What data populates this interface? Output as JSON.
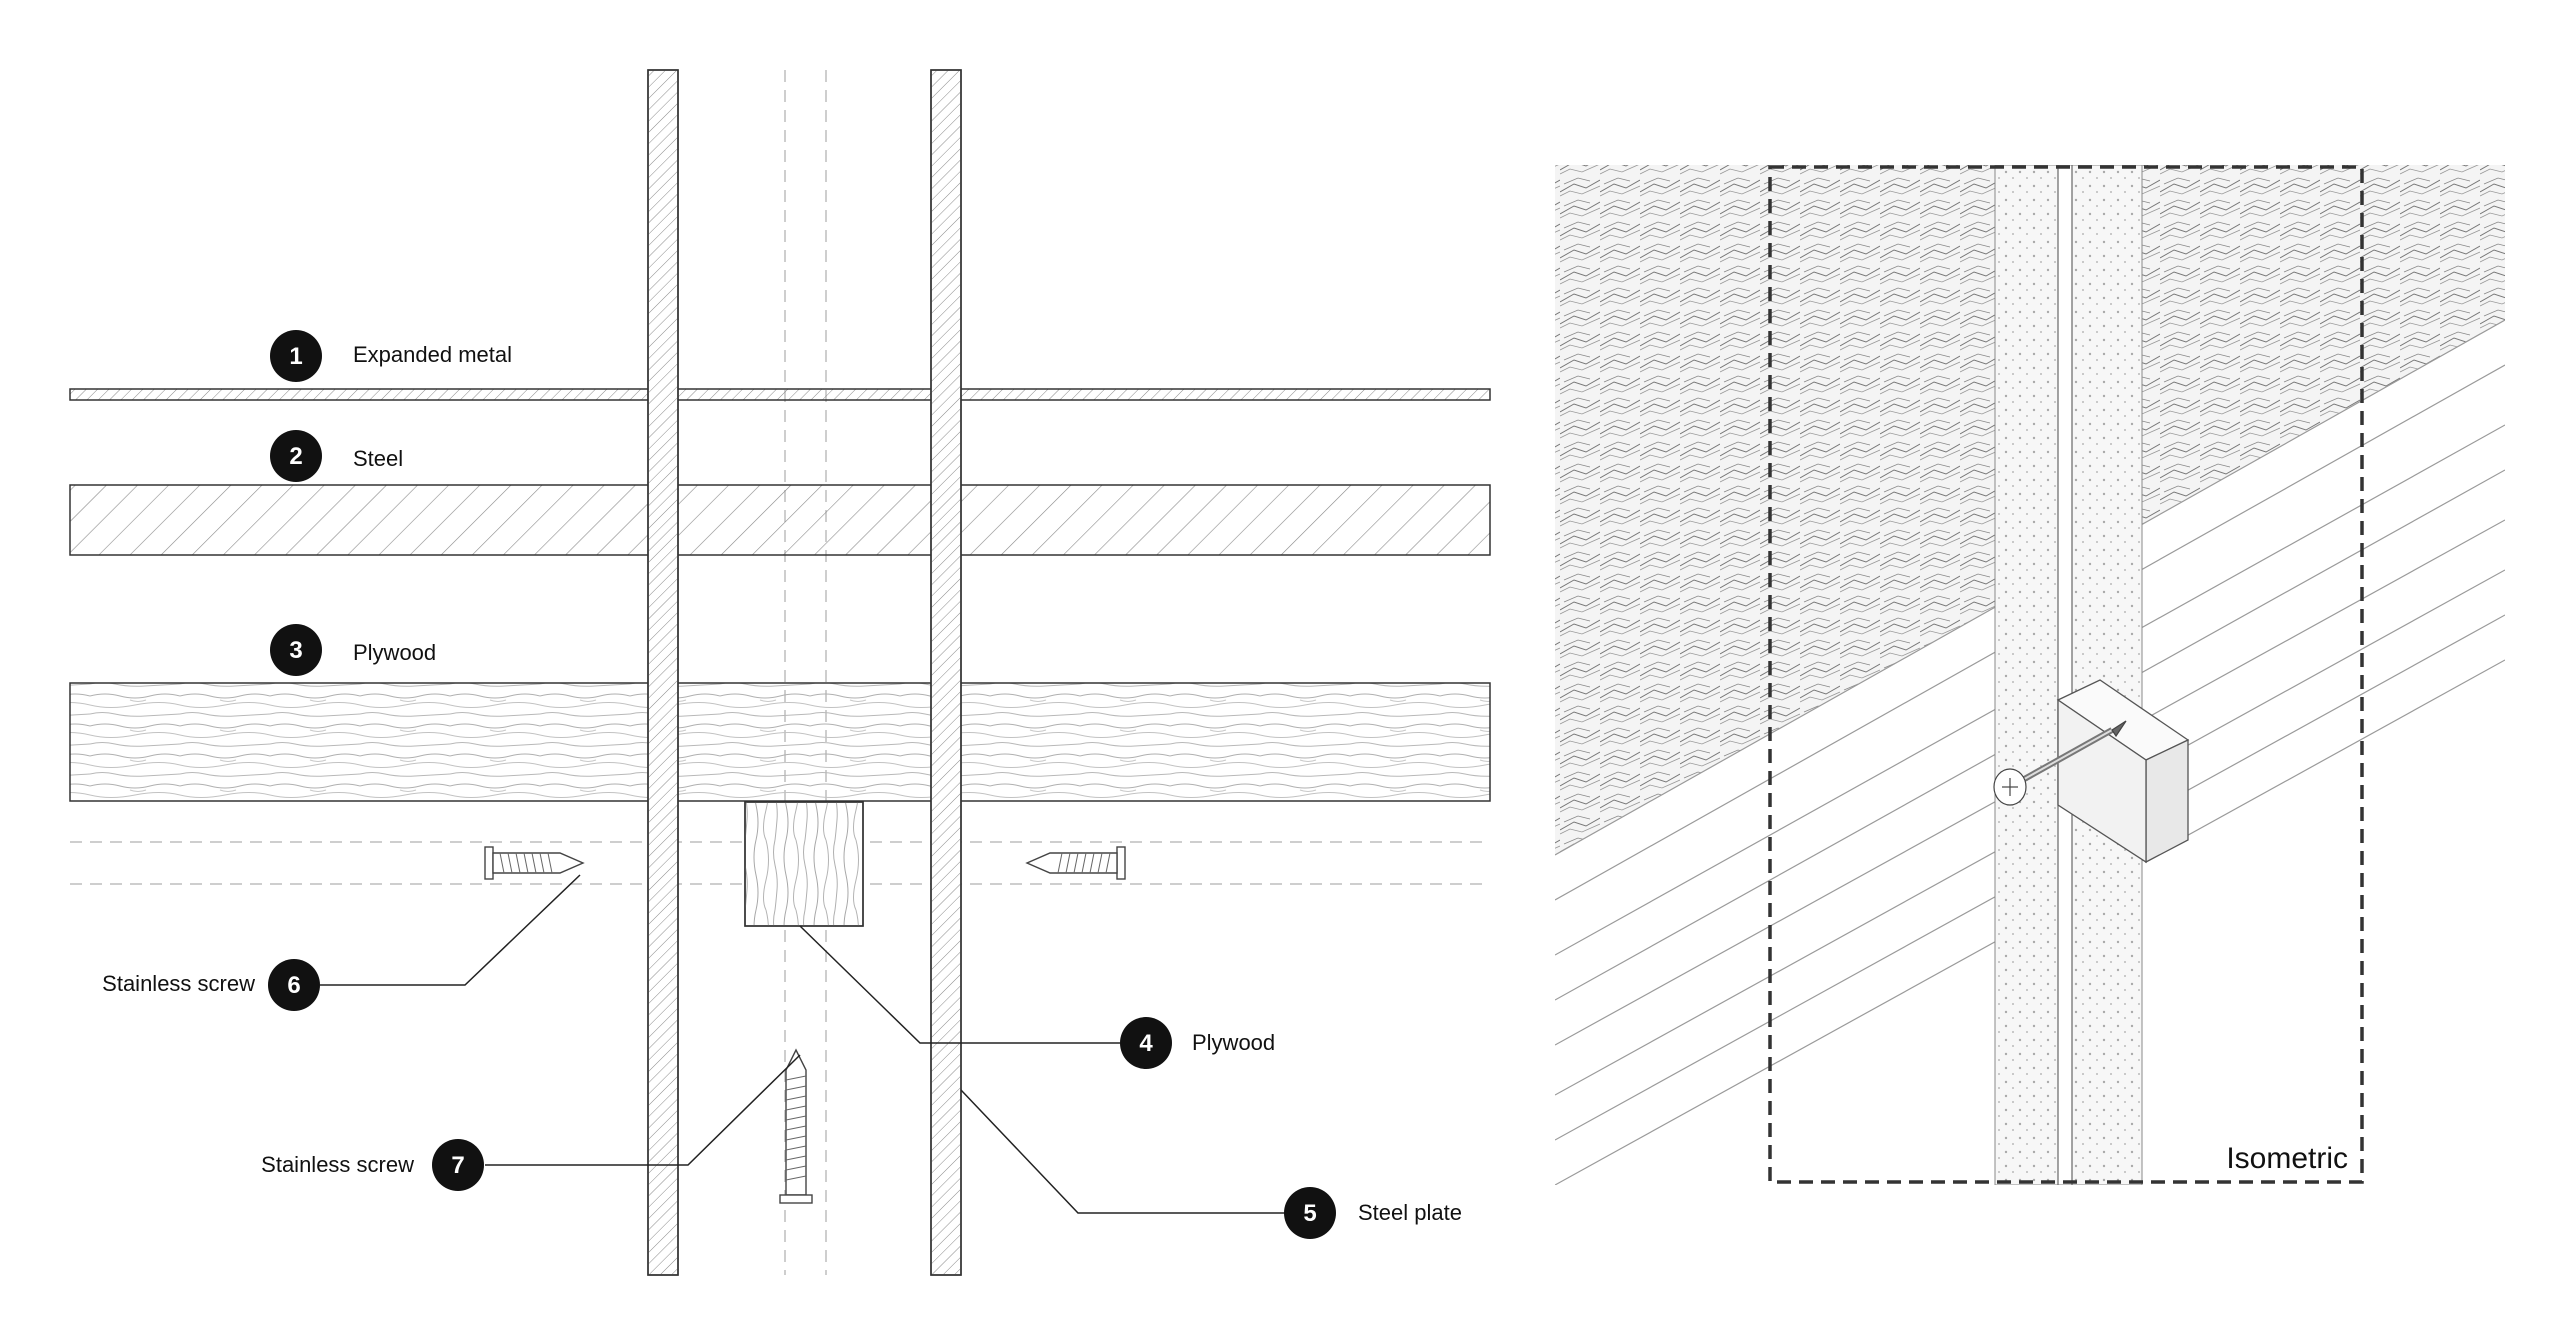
{
  "callouts": {
    "c1": {
      "number": "1",
      "label": "Expanded metal"
    },
    "c2": {
      "number": "2",
      "label": "Steel"
    },
    "c3": {
      "number": "3",
      "label": "Plywood"
    },
    "c4": {
      "number": "4",
      "label": "Plywood"
    },
    "c5": {
      "number": "5",
      "label": "Steel plate"
    },
    "c6": {
      "number": "6",
      "label": "Stainless screw"
    },
    "c7": {
      "number": "7",
      "label": "Stainless screw"
    }
  },
  "isometric_label": "Isometric",
  "colors": {
    "line": "#333333",
    "hatch": "#8a8a8a",
    "marker_fill": "#111111",
    "dashed": "#bdbdbd",
    "frame": "#333333"
  }
}
